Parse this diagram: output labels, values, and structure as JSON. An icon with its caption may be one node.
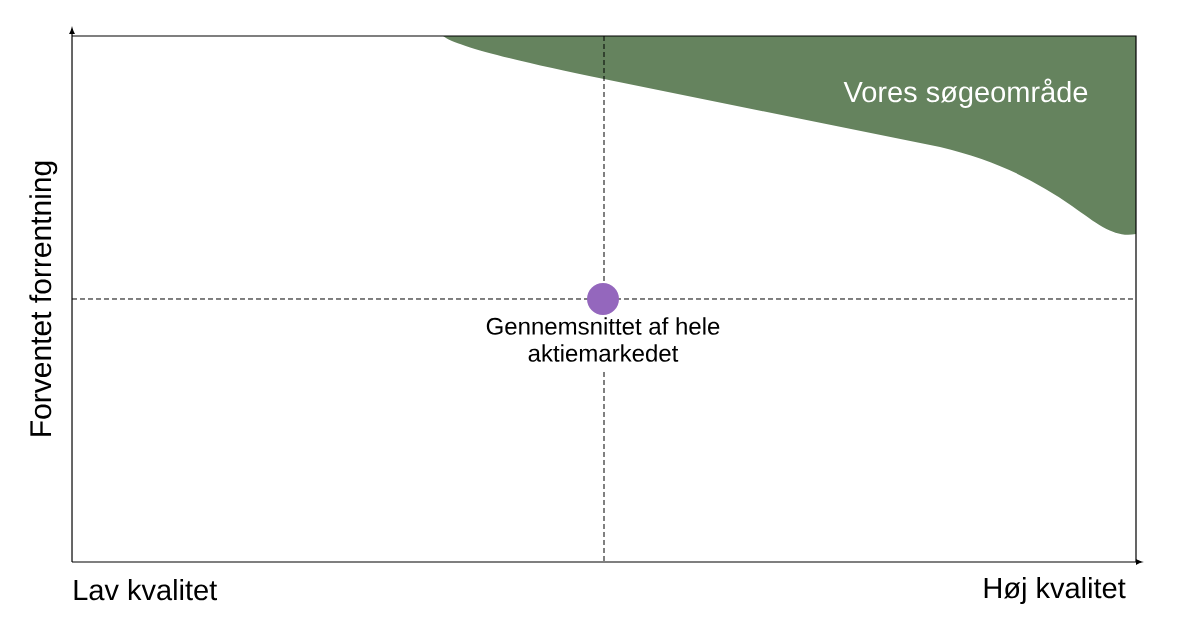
{
  "diagram": {
    "nodes": [
      {
        "text": [
          "Vores søgeområde"
        ]
      },
      {
        "text": [],
        "shape": "circle",
        "beside": [
          "Gennemsnittet af hele aktiemarkedet"
        ]
      }
    ],
    "labels": [
      "Forventet forrentning",
      "Lav kvalitet",
      "Høj kvalitet"
    ]
  }
}
